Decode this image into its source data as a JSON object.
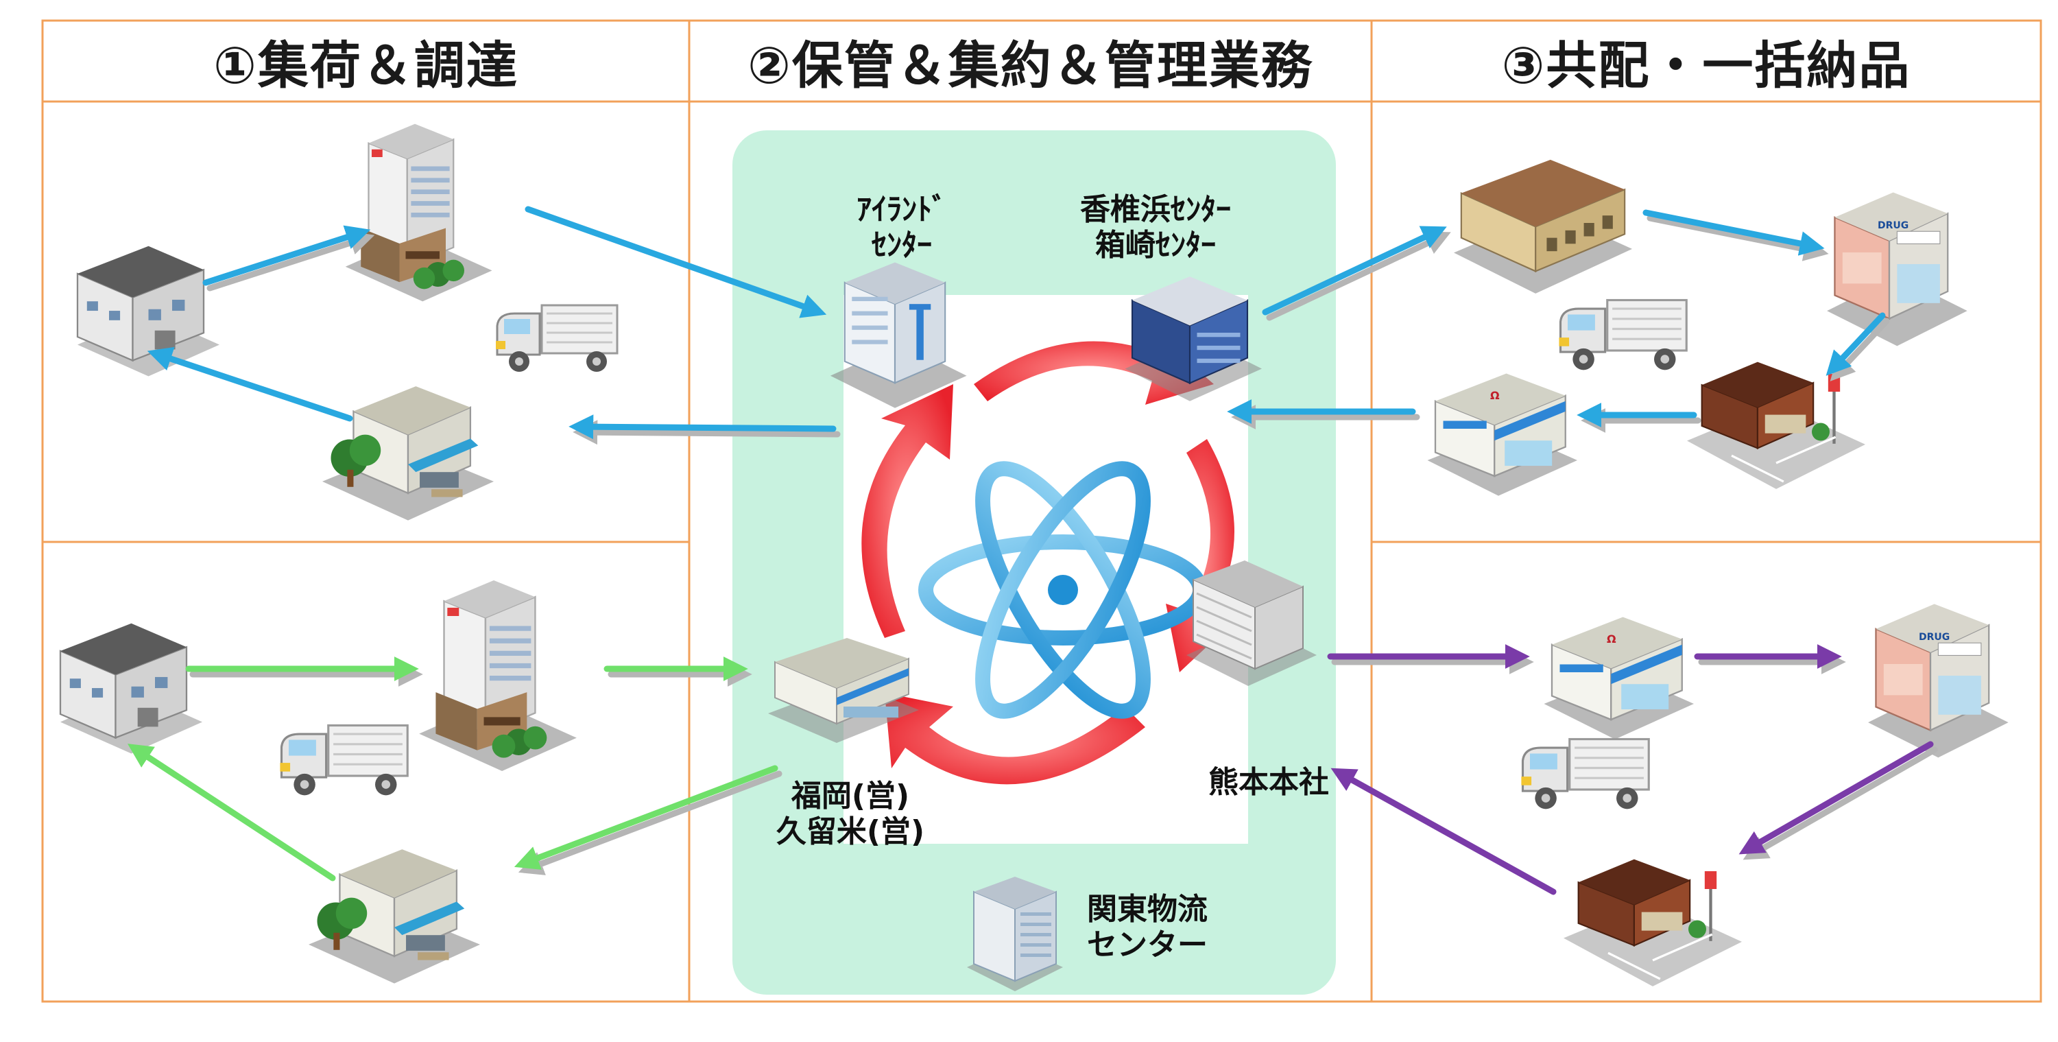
{
  "headers": {
    "col1": "①集荷＆調達",
    "col2": "②保管＆集約＆管理業務",
    "col3": "③共配・一括納品"
  },
  "centers": {
    "island_line1": "ｱｲﾗﾝﾄﾞ",
    "island_line2": "ｾﾝﾀｰ",
    "kashii_line1": "香椎浜ｾﾝﾀｰ",
    "kashii_line2": "箱崎ｾﾝﾀｰ",
    "fukuoka_line1": "福岡(営)",
    "fukuoka_line2": "久留米(営)",
    "kumamoto": "熊本本社",
    "kanto_line1": "関東物流",
    "kanto_line2": "センター"
  },
  "store_signs": {
    "drugstore": "DRUG",
    "convenience": "Ω"
  },
  "colors": {
    "frame": "#f2a15a",
    "center_bg": "#c8f2df",
    "center_inner": "#ffffff",
    "cycle_arrow": "#f0404a",
    "arrow_blue": "#29a8e0",
    "arrow_green": "#6fe06a",
    "arrow_purple": "#7a3ba8",
    "arrow_shadow": "#b5b5b5"
  }
}
